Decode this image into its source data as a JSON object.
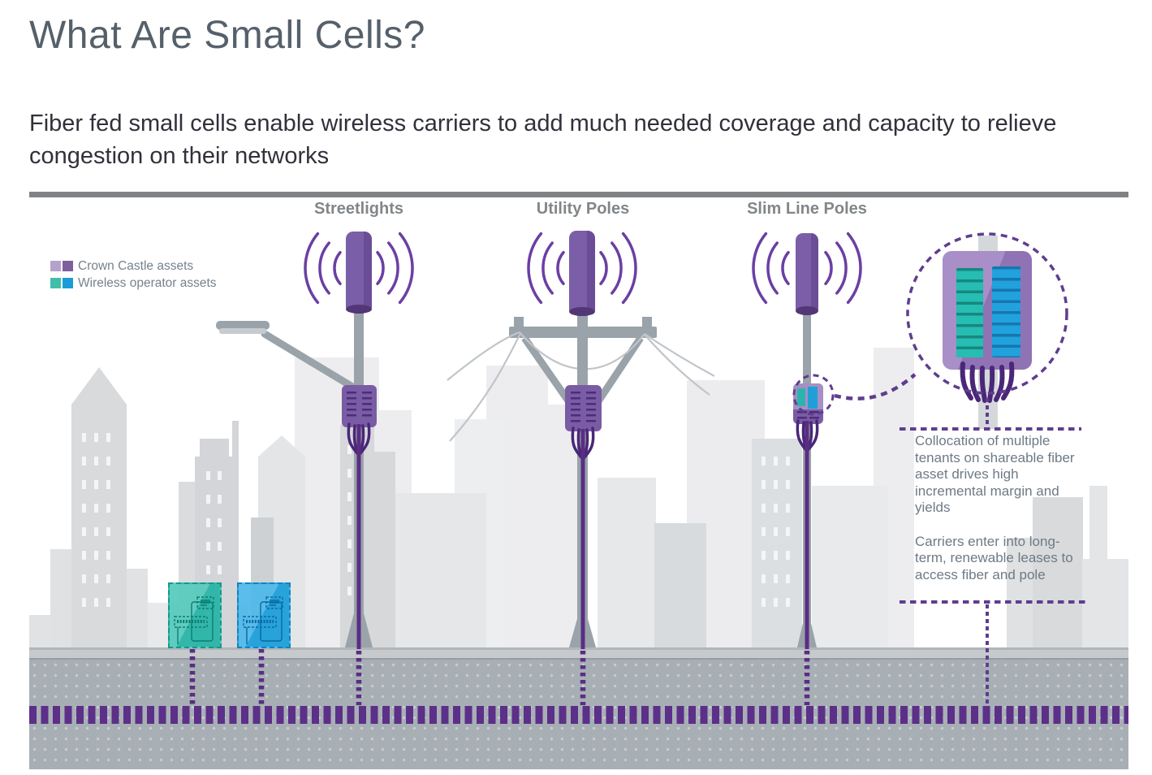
{
  "page": {
    "title": "What Are Small Cells?",
    "subtitle": "Fiber fed small cells enable wireless carriers to add much needed coverage and capacity to relieve congestion on their networks"
  },
  "legend": {
    "items": [
      {
        "id": "crown-castle-assets",
        "label": "Crown Castle assets",
        "swatches": [
          "#b5a2ca",
          "#7e5f9e"
        ]
      },
      {
        "id": "wireless-operator-assets",
        "label": "Wireless operator assets",
        "swatches": [
          "#3fbfab",
          "#1b9cd8"
        ]
      }
    ]
  },
  "pole_labels": [
    {
      "id": "streetlights",
      "label": "Streetlights"
    },
    {
      "id": "utility-poles",
      "label": "Utility Poles"
    },
    {
      "id": "slim-line-poles",
      "label": "Slim Line Poles"
    }
  ],
  "annotations": [
    {
      "text": "Collocation of multiple tenants on shareable fiber asset drives high incremental margin and yields"
    },
    {
      "text": "Carriers enter into long-term, renewable leases to access fiber and pole"
    }
  ],
  "colors": {
    "title_gray": "#55606b",
    "body_text": "#30313a",
    "divider_gray": "#808285",
    "accent_purple": "#6b3fa3",
    "conduit_purple": "#5a2d83",
    "fiber_purple": "#5c2f88",
    "teal": "#2cb9ab",
    "blue": "#1aa0dc",
    "pole_gray": "#9aa3aa",
    "ground_gray": "#a7afb5"
  }
}
